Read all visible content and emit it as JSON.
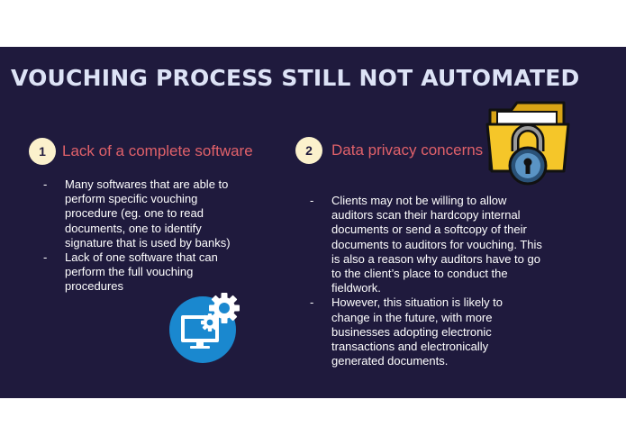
{
  "slide": {
    "title": "VOUCHING PROCESS STILL NOT AUTOMATED",
    "colors": {
      "background": "#1f1a3d",
      "title": "#dde3f6",
      "heading": "#e0616a",
      "badge": "#fbf1cc"
    }
  },
  "sections": [
    {
      "number": "1",
      "heading": "Lack of a complete software",
      "bullets": [
        "Many softwares that are able to perform specific vouching procedure (eg. one to read documents, one to identify signature that is used by banks)",
        "Lack of one software that can perform the full vouching procedures"
      ],
      "icon": "computer-settings-icon"
    },
    {
      "number": "2",
      "heading": "Data privacy concerns",
      "bullets": [
        "Clients may not be willing to allow auditors scan their hardcopy internal documents or send a softcopy of their documents to auditors for vouching. This is also a reason why auditors have to go to the client’s place to conduct the fieldwork.",
        "However, this situation is likely to change in the future, with more businesses adopting electronic transactions and electronically generated documents."
      ],
      "icon": "locked-folder-icon"
    }
  ]
}
